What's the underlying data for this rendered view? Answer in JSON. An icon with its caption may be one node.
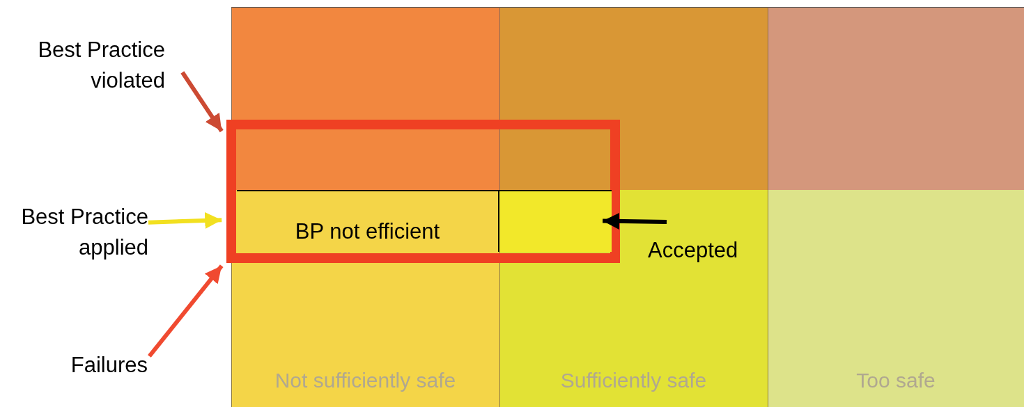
{
  "diagram": {
    "nodes": [
      {
        "text": [
          "Best Practice violated"
        ]
      },
      {
        "text": [
          "Best Practice applied"
        ]
      },
      {
        "text": [
          "Failures"
        ]
      },
      {
        "text": [],
        "shape": "box"
      },
      {
        "text": [
          "BP not efficient"
        ],
        "in": 3
      },
      {
        "text": [],
        "shape": "box",
        "in": 3
      },
      {
        "text": [
          "Accepted"
        ]
      }
    ],
    "edges": [
      {
        "from": 0,
        "to": 3,
        "arrow": "to",
        "color": "#cc4a33"
      },
      {
        "from": 1,
        "to": 3,
        "arrow": "to",
        "color": "#f2e020"
      },
      {
        "from": 2,
        "to": 3,
        "arrow": "to",
        "color": "#f04a30"
      },
      {
        "from": 6,
        "to": 5,
        "arrow": "to",
        "color": "#000000"
      }
    ],
    "labels": [
      "Not sufficiently safe",
      "Sufficiently safe",
      "Too safe"
    ]
  }
}
